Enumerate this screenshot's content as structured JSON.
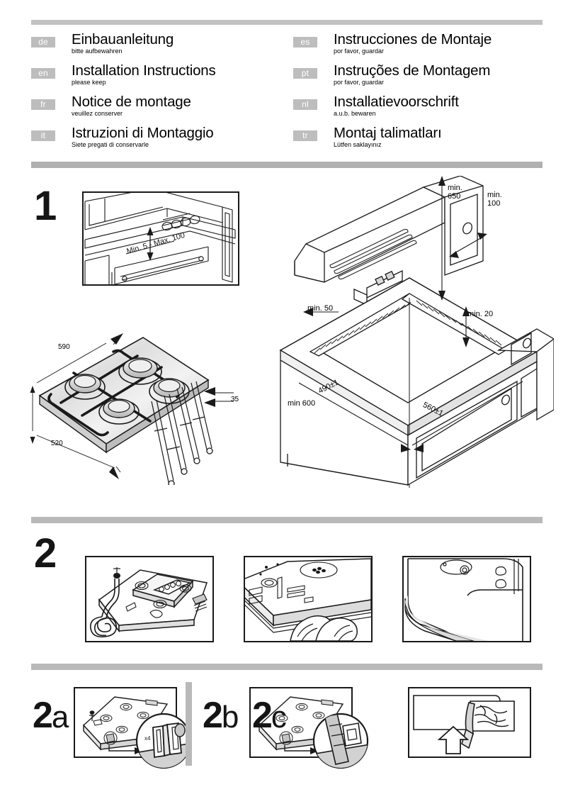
{
  "document": {
    "type": "installation-manual-page",
    "languages_left": [
      {
        "code": "de",
        "title": "Einbauanleitung",
        "subtitle": "bitte aufbewahren"
      },
      {
        "code": "en",
        "title": "Installation Instructions",
        "subtitle": "please keep"
      },
      {
        "code": "fr",
        "title": "Notice de montage",
        "subtitle": "veuillez conserver"
      },
      {
        "code": "it",
        "title": "Istruzioni di Montaggio",
        "subtitle": "Siete pregati di conservarle"
      }
    ],
    "languages_right": [
      {
        "code": "es",
        "title": "Instrucciones de Montaje",
        "subtitle": "por favor, guardar"
      },
      {
        "code": "pt",
        "title": "Instruções de Montagem",
        "subtitle": "por favor, guardar"
      },
      {
        "code": "nl",
        "title": "Installatievoorschrift",
        "subtitle": "a.u.b. bewaren"
      },
      {
        "code": "tr",
        "title": "Montaj talimatları",
        "subtitle": "Lütfen saklayınız"
      }
    ]
  },
  "steps": {
    "one": "1",
    "two": "2",
    "two_a_num": "2",
    "two_a_letter": "a",
    "two_b_num": "2",
    "two_b_letter": "b",
    "two_c_num": "2",
    "two_c_letter": "c"
  },
  "figure1": {
    "oven_gap_label": "Min. 5 - Max. 100",
    "hob_width": "590",
    "hob_depth": "520",
    "hob_height": "35",
    "hood_height": "min.\n650",
    "hood_height_line1": "min.",
    "hood_height_line2": "650",
    "side_clearance_line1": "min.",
    "side_clearance_line2": "100",
    "rear_clearance": "min. 50",
    "front_clearance": "min. 20",
    "cutout_depth": "490±1",
    "cutout_width": "560±1",
    "cabinet_width": "min 600"
  },
  "figure2a": {
    "clip_count": "x4"
  },
  "colors": {
    "badge_bg": "#bdbdbd",
    "badge_text": "#ffffff",
    "rule": "#b9b9b9",
    "ink": "#1a1a1a",
    "shade_light": "#e8e8e8",
    "shade_mid": "#d0d0d0",
    "shade_dark": "#9a9a9a"
  }
}
